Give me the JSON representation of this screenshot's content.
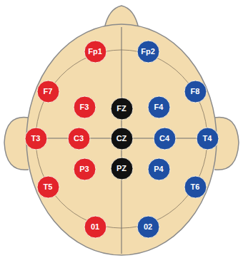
{
  "diagram": {
    "nodes": [
      {
        "text": [
          "Fp1"
        ]
      },
      {
        "text": [
          "Fp2"
        ]
      },
      {
        "text": [
          "F7"
        ]
      },
      {
        "text": [
          "F3"
        ]
      },
      {
        "text": [
          "FZ"
        ]
      },
      {
        "text": [
          "F4"
        ]
      },
      {
        "text": [
          "F8"
        ]
      },
      {
        "text": [
          "T3"
        ]
      },
      {
        "text": [
          "C3"
        ]
      },
      {
        "text": [
          "CZ"
        ]
      },
      {
        "text": [
          "C4"
        ]
      },
      {
        "text": [
          "T4"
        ]
      },
      {
        "text": [
          "P3"
        ]
      },
      {
        "text": [
          "PZ"
        ]
      },
      {
        "text": [
          "P4"
        ]
      },
      {
        "text": [
          "T5"
        ]
      },
      {
        "text": [
          "T6"
        ]
      },
      {
        "text": [
          "01"
        ]
      },
      {
        "text": [
          "02"
        ]
      }
    ]
  }
}
